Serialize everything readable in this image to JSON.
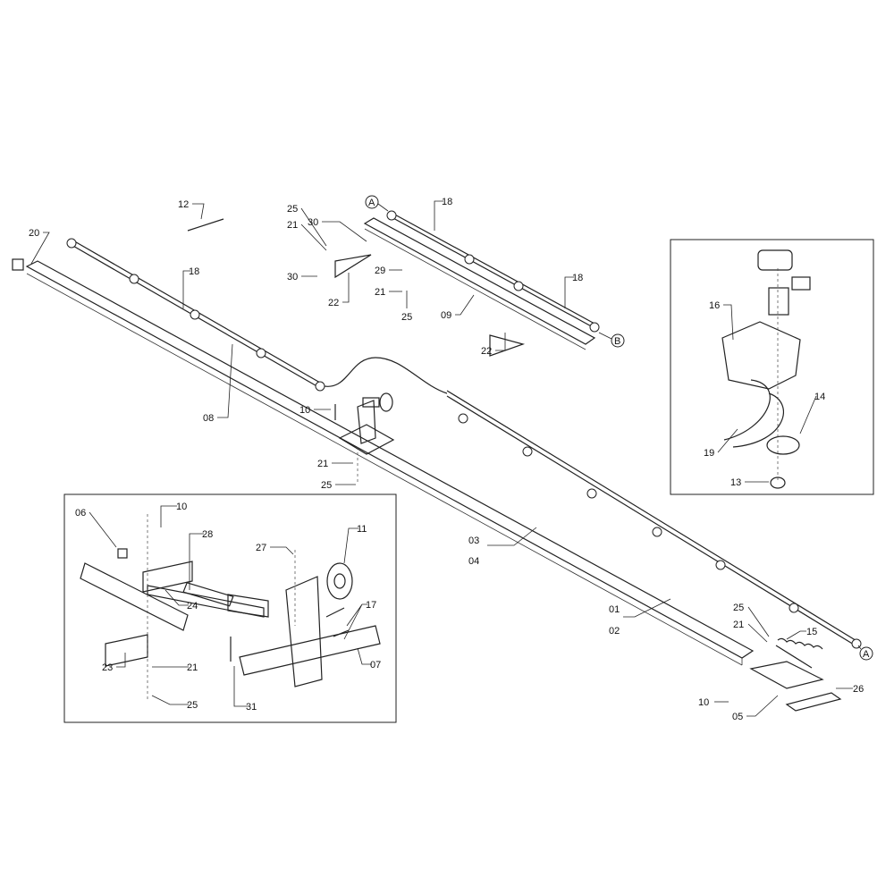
{
  "callouts": [
    "12",
    "25",
    "21",
    "30",
    "30",
    "22",
    "29",
    "21",
    "25",
    "18",
    "09",
    "18",
    "22",
    "20",
    "18",
    "08",
    "10",
    "21",
    "25",
    "03",
    "04",
    "01",
    "02",
    "25",
    "21",
    "15",
    "10",
    "05",
    "26",
    "16",
    "14",
    "19",
    "13",
    "06",
    "10",
    "28",
    "11",
    "27",
    "24",
    "17",
    "21",
    "23",
    "25",
    "31",
    "07"
  ],
  "refs": [
    "A",
    "B",
    "A"
  ]
}
